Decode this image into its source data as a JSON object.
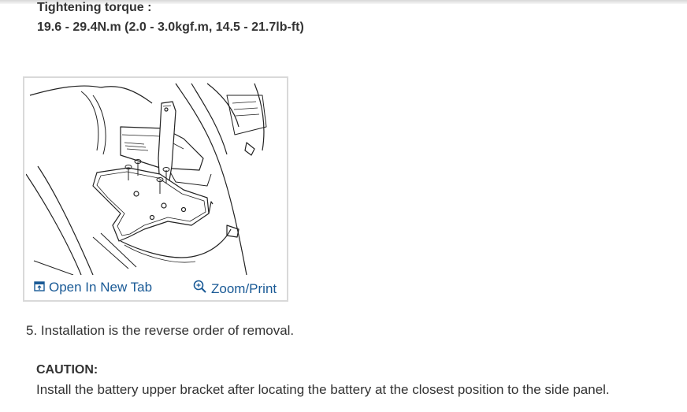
{
  "torque": {
    "label": "Tightening torque :",
    "value": "19.6 - 29.4N.m (2.0 - 3.0kgf.m, 14.5 - 21.7lb-ft)"
  },
  "figure": {
    "open_link": "Open In New Tab",
    "zoom_link": "Zoom/Print",
    "open_icon": "open-new-tab-icon",
    "zoom_icon": "zoom-icon"
  },
  "step": {
    "text": "5. Installation is the reverse order of removal."
  },
  "caution": {
    "title": "CAUTION:",
    "text": "Install the battery upper bracket after locating the battery at the closest position to the side panel."
  },
  "colors": {
    "link": "#1a5a96",
    "text": "#333333",
    "border": "#d9d9d9"
  }
}
